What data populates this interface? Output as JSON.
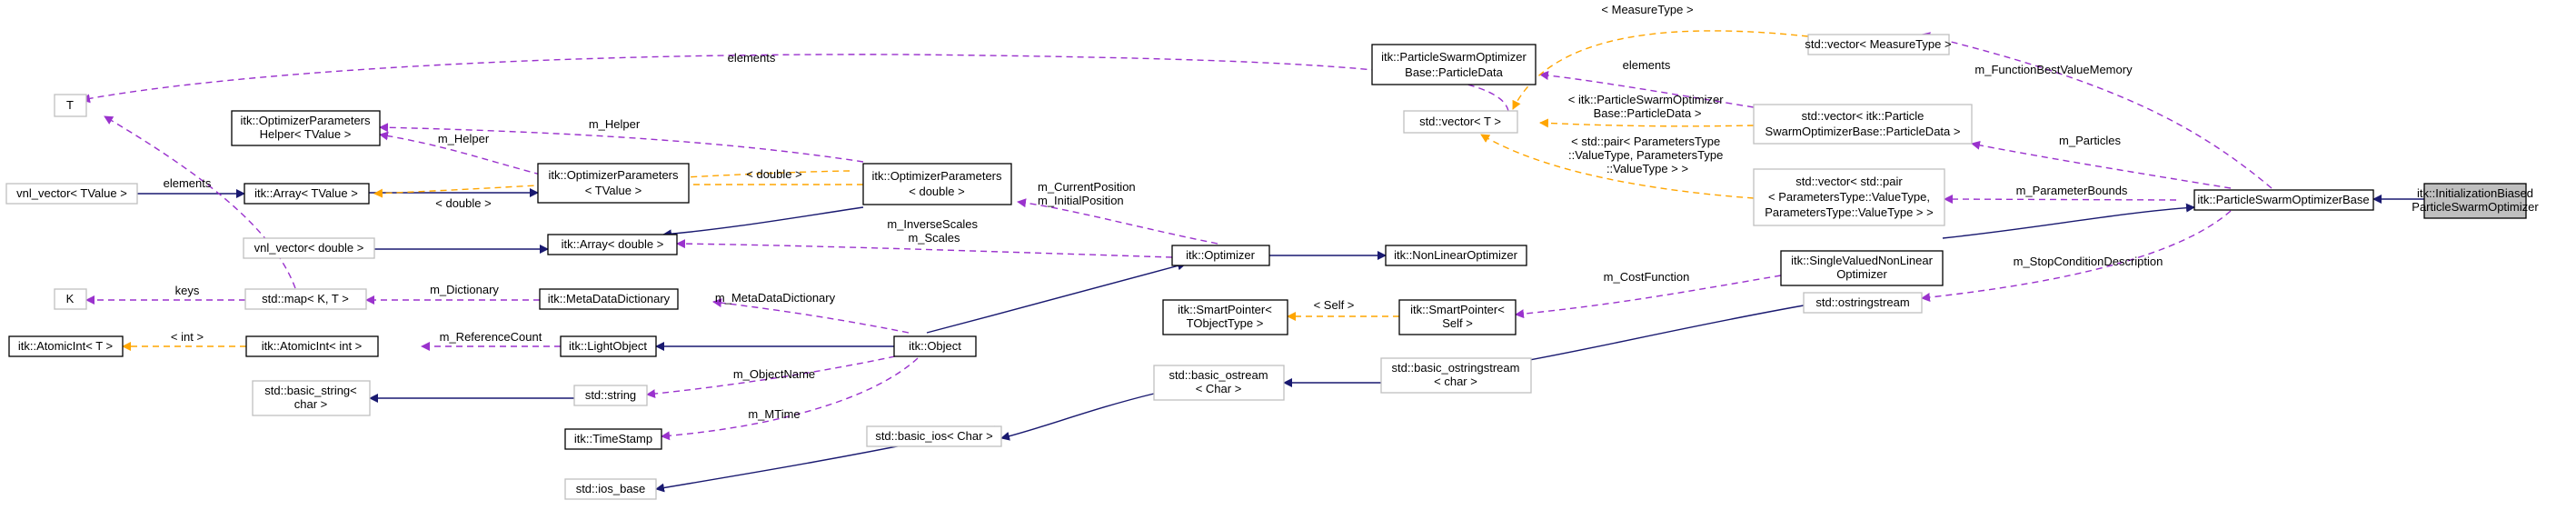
{
  "colors": {
    "inherit": "#191970",
    "usage": "#9a32cd",
    "template": "#ffa500",
    "focus_fill": "#bfbfbf",
    "grey_border": "#bfbfbf",
    "black_border": "#000000"
  },
  "nodes": [
    {
      "id": "initbiased",
      "lines": [
        "itk::InitializationBiased",
        "ParticleSwarmOptimizer"
      ]
    },
    {
      "id": "psobase",
      "lines": [
        "itk::ParticleSwarmOptimizerBase"
      ]
    },
    {
      "id": "svnlo",
      "lines": [
        "itk::SingleValuedNonLinear",
        "Optimizer"
      ]
    },
    {
      "id": "nlo",
      "lines": [
        "itk::NonLinearOptimizer"
      ]
    },
    {
      "id": "optimizer",
      "lines": [
        "itk::Optimizer"
      ]
    },
    {
      "id": "object",
      "lines": [
        "itk::Object"
      ]
    },
    {
      "id": "lightobject",
      "lines": [
        "itk::LightObject"
      ]
    },
    {
      "id": "atomicint_int",
      "lines": [
        "itk::AtomicInt< int >"
      ]
    },
    {
      "id": "atomicint_T",
      "lines": [
        "itk::AtomicInt< T >"
      ]
    },
    {
      "id": "metadatadict",
      "lines": [
        "itk::MetaDataDictionary"
      ]
    },
    {
      "id": "stdmap",
      "lines": [
        "std::map< K, T >"
      ]
    },
    {
      "id": "K",
      "lines": [
        "K"
      ]
    },
    {
      "id": "T",
      "lines": [
        "T"
      ]
    },
    {
      "id": "stdstring",
      "lines": [
        "std::string"
      ]
    },
    {
      "id": "basicstring",
      "lines": [
        "std::basic_string<",
        "char >"
      ]
    },
    {
      "id": "timestamp",
      "lines": [
        "itk::TimeStamp"
      ]
    },
    {
      "id": "iosbase",
      "lines": [
        "std::ios_base"
      ]
    },
    {
      "id": "basicios",
      "lines": [
        "std::basic_ios< Char >"
      ]
    },
    {
      "id": "basicostream",
      "lines": [
        "std::basic_ostream",
        "< Char >"
      ]
    },
    {
      "id": "basicostringstream",
      "lines": [
        "std::basic_ostringstream",
        "< char >"
      ]
    },
    {
      "id": "ostringstream",
      "lines": [
        "std::ostringstream"
      ]
    },
    {
      "id": "smartptr_T",
      "lines": [
        "itk::SmartPointer<",
        "TObjectType >"
      ]
    },
    {
      "id": "smartptr_self",
      "lines": [
        "itk::SmartPointer<",
        "Self >"
      ]
    },
    {
      "id": "arraydouble",
      "lines": [
        "itk::Array< double >"
      ]
    },
    {
      "id": "vnldouble",
      "lines": [
        "vnl_vector< double >"
      ]
    },
    {
      "id": "arrayTV",
      "lines": [
        "itk::Array< TValue >"
      ]
    },
    {
      "id": "vnlTV",
      "lines": [
        "vnl_vector< TValue >"
      ]
    },
    {
      "id": "optparamsTV",
      "lines": [
        "itk::OptimizerParameters",
        "< TValue >"
      ]
    },
    {
      "id": "optparamshelper",
      "lines": [
        "itk::OptimizerParameters",
        "Helper< TValue >"
      ]
    },
    {
      "id": "optparamsdouble",
      "lines": [
        "itk::OptimizerParameters",
        "< double >"
      ]
    },
    {
      "id": "particledata",
      "lines": [
        "itk::ParticleSwarmOptimizer",
        "Base::ParticleData"
      ]
    },
    {
      "id": "vectorT",
      "lines": [
        "std::vector< T >"
      ]
    },
    {
      "id": "vectormeasure",
      "lines": [
        "std::vector< MeasureType >"
      ]
    },
    {
      "id": "vectorparticle",
      "lines": [
        "std::vector< itk::Particle",
        "SwarmOptimizerBase::ParticleData >"
      ]
    },
    {
      "id": "vectorpair",
      "lines": [
        "std::vector< std::pair",
        "< ParametersType::ValueType,",
        "ParametersType::ValueType > >"
      ]
    }
  ],
  "edge_labels": {
    "elements_T": "elements",
    "elements_particledata": "elements",
    "elements_vnl": "elements",
    "measuretype": "< MeasureType >",
    "particledata_tpl": [
      "< itk::ParticleSwarmOptimizer",
      "Base::ParticleData >"
    ],
    "pair_tpl": [
      "< std::pair< ParametersType",
      "::ValueType, ParametersType",
      "::ValueType > >"
    ],
    "function_best": "m_FunctionBestValueMemory",
    "particles": "m_Particles",
    "parameter_bounds": "m_ParameterBounds",
    "stop_condition": "m_StopConditionDescription",
    "cost_function": "m_CostFunction",
    "self_tpl": "< Self >",
    "current_position": [
      "m_CurrentPosition",
      "m_InitialPosition"
    ],
    "inverse_scales": [
      "m_InverseScales",
      "m_Scales"
    ],
    "metadata_dict": "m_MetaDataDictionary",
    "dictionary": "m_Dictionary",
    "reference_count": "m_ReferenceCount",
    "int_tpl": "< int >",
    "object_name": "m_ObjectName",
    "mtime": "m_MTime",
    "keys": "keys",
    "helper_a": "m_Helper",
    "helper_b": "m_Helper",
    "double_tpl_a": "< double >",
    "double_tpl_b": "< double >"
  }
}
